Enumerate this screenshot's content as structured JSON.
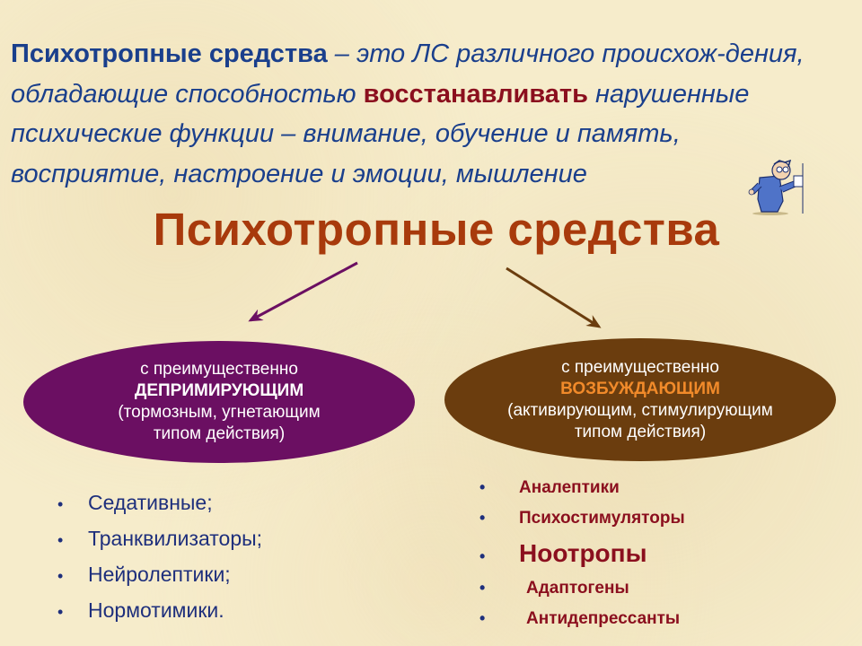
{
  "definition": {
    "term": "Психотропные средства",
    "part1": " – это ЛС различного происхож-дения, обладающие способностью ",
    "emphasis": "восстанавливать",
    "part2": " нарушенные психические функции – внимание, обучение и память, восприятие, настроение и эмоции, мышление"
  },
  "title": "Психотропные средства",
  "left_group": {
    "line1": "с преимущественно",
    "line2": "ДЕПРИМИРУЮЩИМ",
    "line3": "(тормозным, угнетающим",
    "line4": "типом  действия)"
  },
  "right_group": {
    "line1": "с преимущественно",
    "line2": "ВОЗБУЖДАЮЩИМ",
    "line3": "(активирующим, стимулирующим",
    "line4": "типом  действия)"
  },
  "left_list": [
    "Седативные;",
    "Транквилизаторы;",
    "Нейролептики;",
    "Нормотимики."
  ],
  "right_list": [
    "Аналептики",
    "Психостимуляторы",
    "Ноотропы",
    "Адаптогены",
    "Антидепрессанты"
  ],
  "bullet_symbol": "•",
  "colors": {
    "background": "#f6eccb",
    "definition_text": "#1a3f8c",
    "emphasis": "#8b0f1e",
    "title": "#a83a0c",
    "left_ellipse": "#6b0f62",
    "right_ellipse": "#6b3d0e",
    "right_highlight": "#f18a2a"
  }
}
